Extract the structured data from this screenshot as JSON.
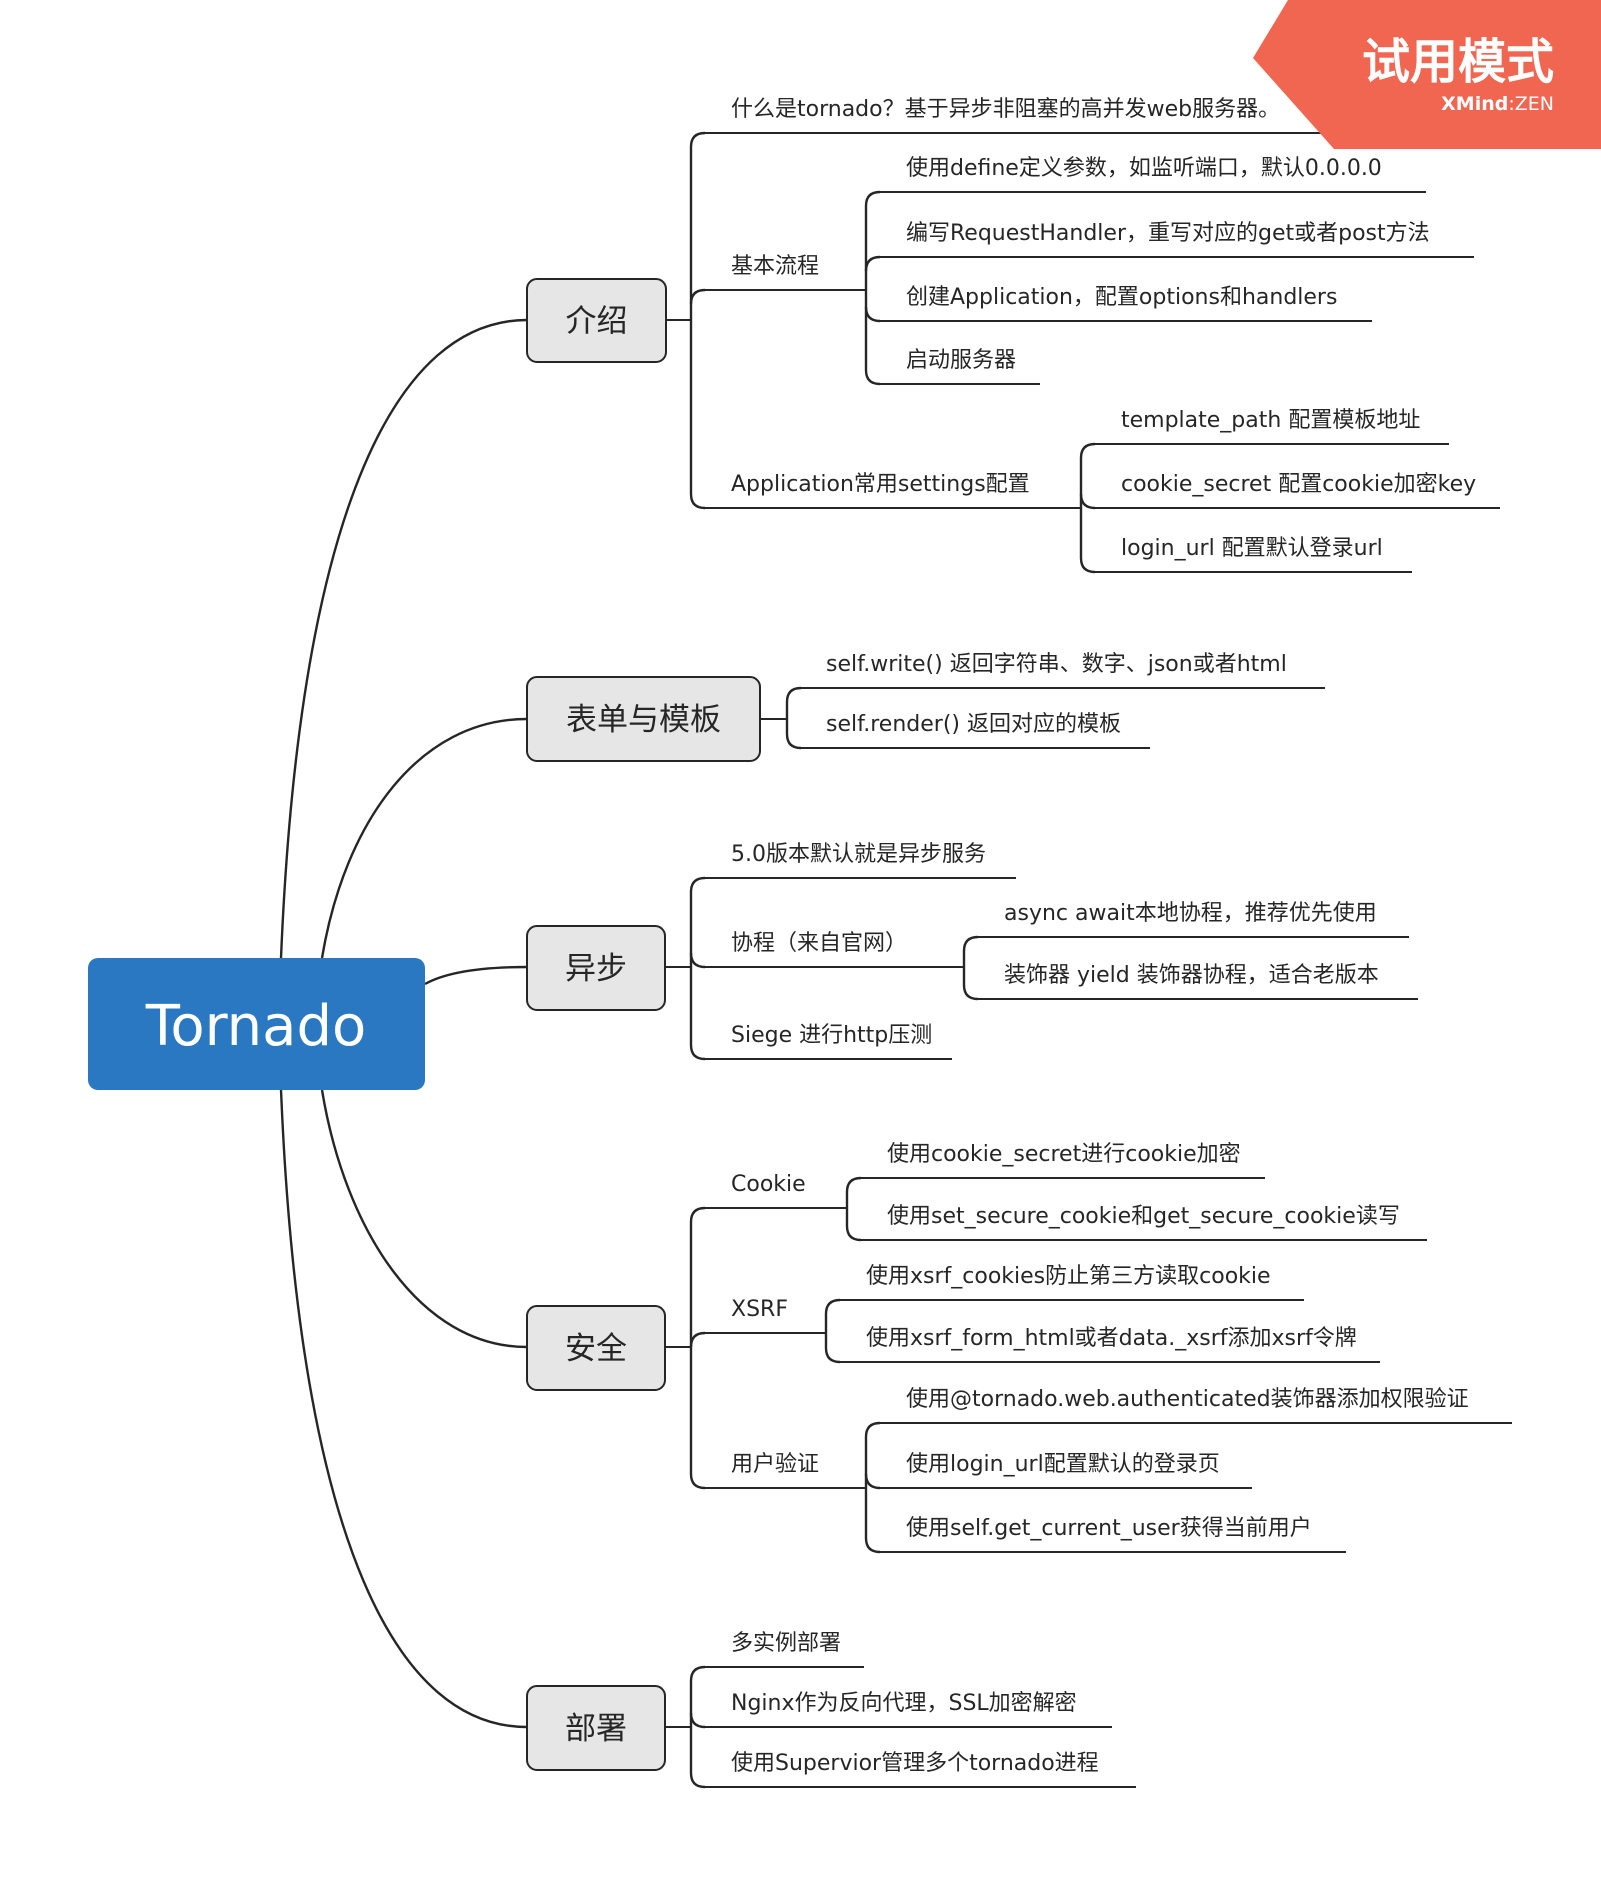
{
  "root": {
    "label": "Tornado",
    "fill": "#2a78c2"
  },
  "watermark": {
    "mode": "试用模式",
    "brand": "XMind",
    "edition": "ZEN",
    "fill": "#f06650"
  },
  "branches": [
    {
      "label": "介绍",
      "children": [
        {
          "label": "什么是tornado？基于异步非阻塞的高并发web服务器。"
        },
        {
          "label": "基本流程",
          "children": [
            {
              "label": "使用define定义参数，如监听端口，默认0.0.0.0"
            },
            {
              "label": "编写RequestHandler，重写对应的get或者post方法"
            },
            {
              "label": "创建Application，配置options和handlers"
            },
            {
              "label": "启动服务器"
            }
          ]
        },
        {
          "label": "Application常用settings配置",
          "children": [
            {
              "label": "template_path 配置模板地址"
            },
            {
              "label": "cookie_secret 配置cookie加密key"
            },
            {
              "label": "login_url 配置默认登录url"
            }
          ]
        }
      ]
    },
    {
      "label": "表单与模板",
      "children": [
        {
          "label": "self.write() 返回字符串、数字、json或者html"
        },
        {
          "label": "self.render() 返回对应的模板"
        }
      ]
    },
    {
      "label": "异步",
      "children": [
        {
          "label": "5.0版本默认就是异步服务"
        },
        {
          "label": "协程（来自官网）",
          "children": [
            {
              "label": "async await本地协程，推荐优先使用"
            },
            {
              "label": "装饰器 yield 装饰器协程，适合老版本"
            }
          ]
        },
        {
          "label": "Siege 进行http压测"
        }
      ]
    },
    {
      "label": "安全",
      "children": [
        {
          "label": "Cookie",
          "children": [
            {
              "label": "使用cookie_secret进行cookie加密"
            },
            {
              "label": "使用set_secure_cookie和get_secure_cookie读写"
            }
          ]
        },
        {
          "label": "XSRF",
          "children": [
            {
              "label": "使用xsrf_cookies防止第三方读取cookie"
            },
            {
              "label": "使用xsrf_form_html或者data._xsrf添加xsrf令牌"
            }
          ]
        },
        {
          "label": "用户验证",
          "children": [
            {
              "label": "使用@tornado.web.authenticated装饰器添加权限验证"
            },
            {
              "label": "使用login_url配置默认的登录页"
            },
            {
              "label": "使用self.get_current_user获得当前用户"
            }
          ]
        }
      ]
    },
    {
      "label": "部署",
      "children": [
        {
          "label": "多实例部署"
        },
        {
          "label": "Nginx作为反向代理，SSL加密解密"
        },
        {
          "label": "使用Supervior管理多个tornado进程"
        }
      ]
    }
  ]
}
